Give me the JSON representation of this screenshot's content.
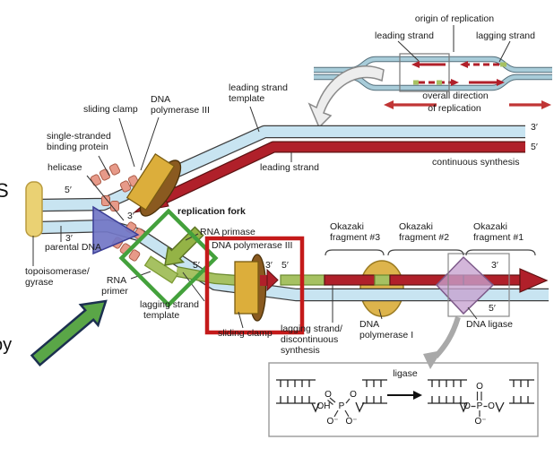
{
  "colors": {
    "strand_blue": "#c8e4f1",
    "inset_blue": "#a8ccd9",
    "strand_red": "#b0202a",
    "strand_red_dark": "#5c1212",
    "primer_green": "#a6c162",
    "primer_green_dark": "#6b8a2f",
    "primase_green": "#94b346",
    "enzyme_gold": "#dcae3b",
    "enzyme_brown": "#8a5a20",
    "pol1_gold": "#ddb44c",
    "ligase_purple": "#c7a2cf",
    "ssb_pink": "#e79a89",
    "helicase_purple": "#7276c5",
    "topo_yellow": "#ead173",
    "annotation_red": "#c41a1a",
    "annotation_green": "#44a13c",
    "annotation_arrow_green": "#5aa647",
    "inset_arrow_red": "#c03535"
  },
  "page": {
    "clipped_left_text_upper": "S",
    "clipped_left_text_lower": "py"
  },
  "inset": {
    "origin": "origin of replication",
    "leading": "leading strand",
    "lagging": "lagging strand",
    "direction_line1": "overall direction",
    "direction_line2": "of replication"
  },
  "labels": {
    "sliding_clamp_top": "sliding clamp",
    "dna_pol3_line1": "DNA",
    "dna_pol3_line2": "polymerase III",
    "leading_template_line1": "leading strand",
    "leading_template_line2": "template",
    "ssb_line1": "single-stranded",
    "ssb_line2": "binding protein",
    "helicase": "helicase",
    "parental_dna": "parental DNA",
    "topo_line1": "topoisomerase/",
    "topo_line2": "gyrase",
    "replication_fork": "replication fork",
    "rna_primase": "RNA primase",
    "dna_pol3_box": "DNA polymerase III",
    "rna_primer_line1": "RNA",
    "rna_primer_line2": "primer",
    "lagging_template_line1": "lagging strand",
    "lagging_template_line2": "template",
    "sliding_clamp_bottom": "sliding clamp",
    "leading_strand": "leading strand",
    "continuous_synthesis": "continuous synthesis",
    "okazaki3": {
      "line1": "Okazaki",
      "line2": "fragment #3"
    },
    "okazaki2": {
      "line1": "Okazaki",
      "line2": "fragment #2"
    },
    "okazaki1": {
      "line1": "Okazaki",
      "line2": "fragment #1"
    },
    "lagging_discontinuous": {
      "line1": "lagging strand/",
      "line2": "discontinuous",
      "line3": "synthesis"
    },
    "dna_pol1": {
      "line1": "DNA",
      "line2": "polymerase I"
    },
    "dna_ligase": "DNA ligase",
    "ligase": "ligase"
  },
  "primes": {
    "parental_top_5": "5′",
    "parental_bottom_3": "3′",
    "fork_leading_3": "3′",
    "lagging_near_box_5": "5′",
    "box_3": "3′",
    "box_5": "5′",
    "okazaki_right_3": "3′",
    "okazaki_right_5": "5′",
    "leading_right_3": "3′",
    "leading_right_5": "5′"
  },
  "chem": {
    "left": {
      "o_top_left": "O",
      "o_top_right": "O",
      "p": "P",
      "oh": "OH",
      "o_minus_left": "O⁻",
      "o_minus_right": "O⁻"
    },
    "right": {
      "o_top": "O",
      "o_left": "O",
      "p": "P",
      "o_right": "O",
      "o_minus": "O⁻"
    }
  }
}
